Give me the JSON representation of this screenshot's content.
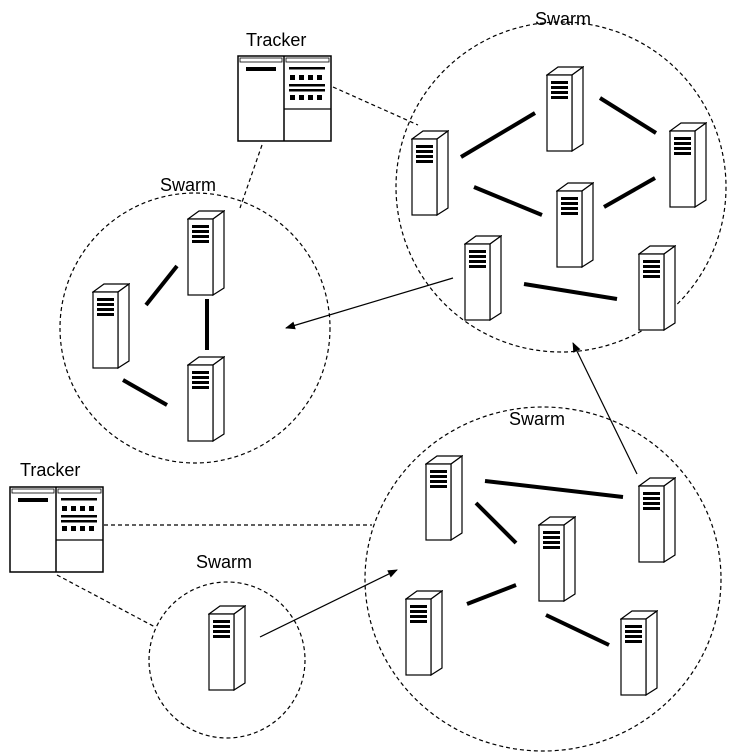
{
  "swarms": [
    {
      "label": "Swarm"
    },
    {
      "label": "Swarm"
    },
    {
      "label": "Swarm"
    },
    {
      "label": "Swarm"
    }
  ],
  "trackers": [
    {
      "label": "Tracker"
    },
    {
      "label": "Tracker"
    }
  ],
  "icons": {
    "server": "server-tower-icon",
    "tracker": "tracker-server-icon"
  },
  "colors": {
    "stroke": "#000000",
    "background": "#ffffff"
  }
}
